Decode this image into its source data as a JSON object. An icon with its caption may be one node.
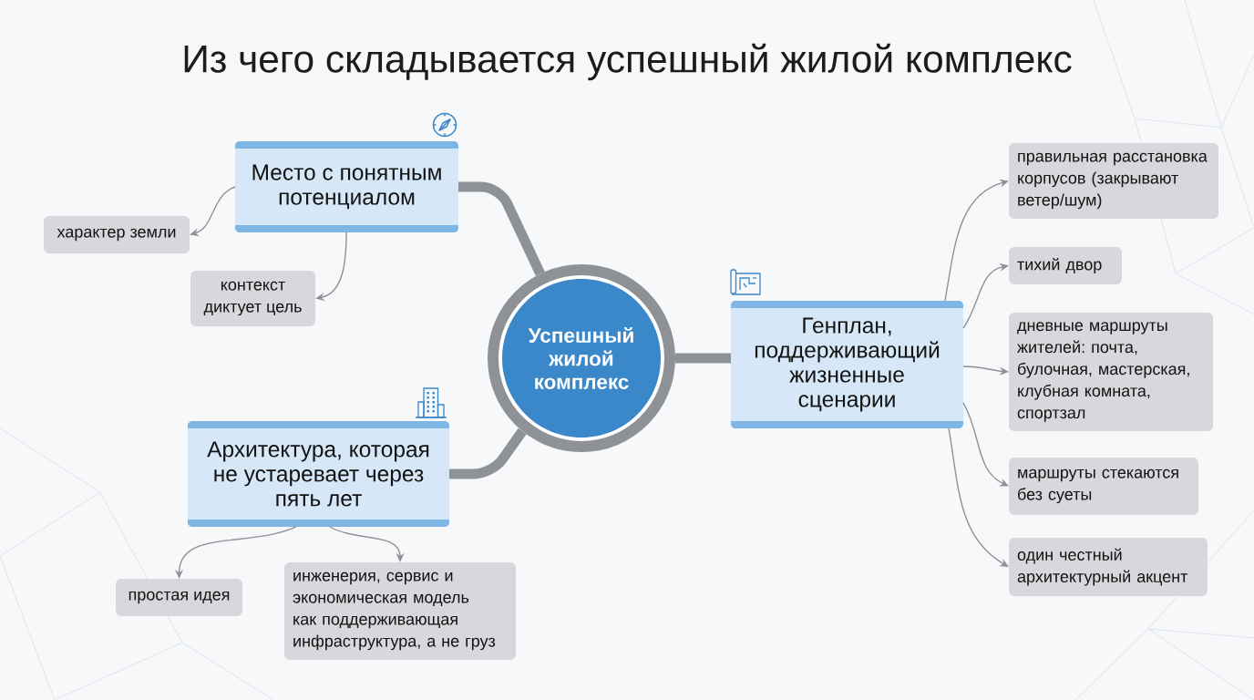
{
  "diagram": {
    "title": "Из чего складывается успешный жилой комплекс",
    "nodes": [
      {
        "text": [
          "Успешный жилой комплекс"
        ]
      },
      {
        "text": [
          "Место с понятным потенциалом"
        ]
      },
      {
        "text": [
          "характер земли"
        ]
      },
      {
        "text": [
          "контекст диктует цель"
        ]
      },
      {
        "text": [
          "Архитектура, которая не устаревает через пять лет"
        ]
      },
      {
        "text": [
          "простая идея"
        ]
      },
      {
        "text": [
          "инженерия, сервис и экономическая модель как поддерживающая инфраструктура, а не груз"
        ]
      },
      {
        "text": [
          "Генплан, поддерживающий жизненные сценарии"
        ]
      },
      {
        "text": [
          "правильная расстановка корпусов (закрывают ветер/шум)"
        ]
      },
      {
        "text": [
          "тихий двор"
        ]
      },
      {
        "text": [
          "дневные маршруты жителей: почта, булочная, мастерская, клубная комната, спортзал"
        ]
      },
      {
        "text": [
          "маршруты стекаются без суеты"
        ]
      },
      {
        "text": [
          "один честный архитектурный акцент"
        ]
      }
    ],
    "edges": [
      {
        "from": 0,
        "to": 1,
        "arrow": "none",
        "style": "thick"
      },
      {
        "from": 0,
        "to": 4,
        "arrow": "none",
        "style": "thick"
      },
      {
        "from": 0,
        "to": 7,
        "arrow": "none",
        "style": "thick"
      },
      {
        "from": 1,
        "to": 2,
        "arrow": "to"
      },
      {
        "from": 1,
        "to": 3,
        "arrow": "to"
      },
      {
        "from": 4,
        "to": 5,
        "arrow": "to"
      },
      {
        "from": 4,
        "to": 6,
        "arrow": "to"
      },
      {
        "from": 7,
        "to": 8,
        "arrow": "to"
      },
      {
        "from": 7,
        "to": 9,
        "arrow": "to"
      },
      {
        "from": 7,
        "to": 10,
        "arrow": "to"
      },
      {
        "from": 7,
        "to": 11,
        "arrow": "to"
      },
      {
        "from": 7,
        "to": 12,
        "arrow": "to"
      }
    ]
  }
}
